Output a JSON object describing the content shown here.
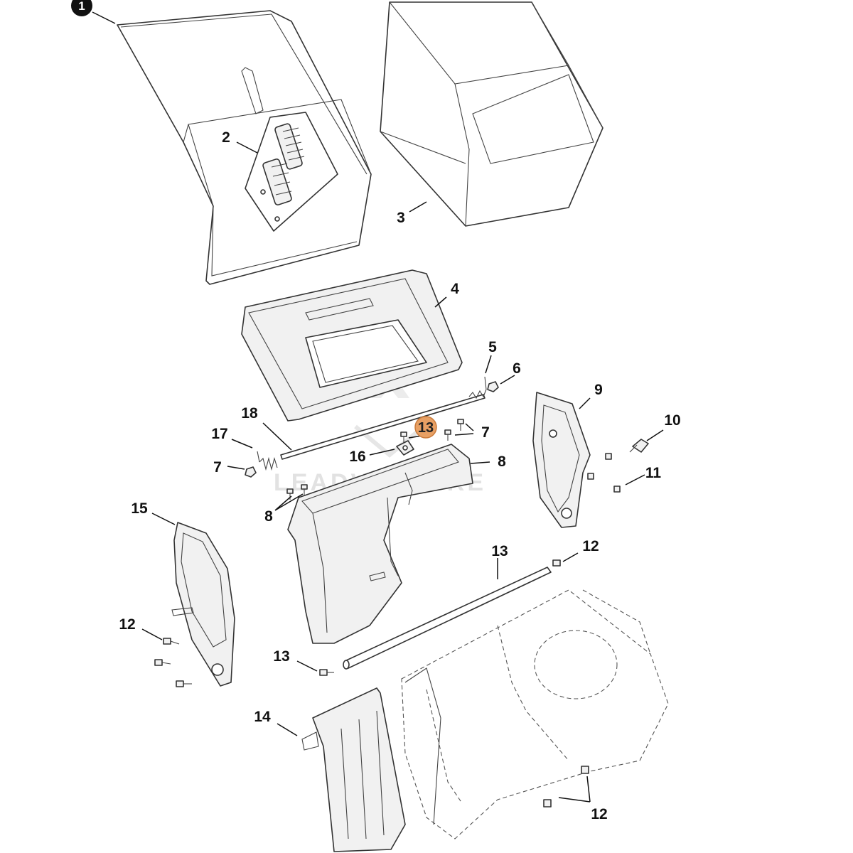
{
  "watermark": "LEADVENTURE",
  "highlight_color": "#e8a064",
  "callouts": {
    "c1": "1",
    "c2": "2",
    "c3": "3",
    "c4": "4",
    "c5": "5",
    "c6": "6",
    "c7a": "7",
    "c7b": "7",
    "c8a": "8",
    "c8b": "8",
    "c9": "9",
    "c10": "10",
    "c11": "11",
    "c12a": "12",
    "c12b": "12",
    "c12c": "12",
    "c13hl": "13",
    "c13a": "13",
    "c13b": "13",
    "c14": "14",
    "c15": "15",
    "c16": "16",
    "c17": "17",
    "c18": "18"
  }
}
